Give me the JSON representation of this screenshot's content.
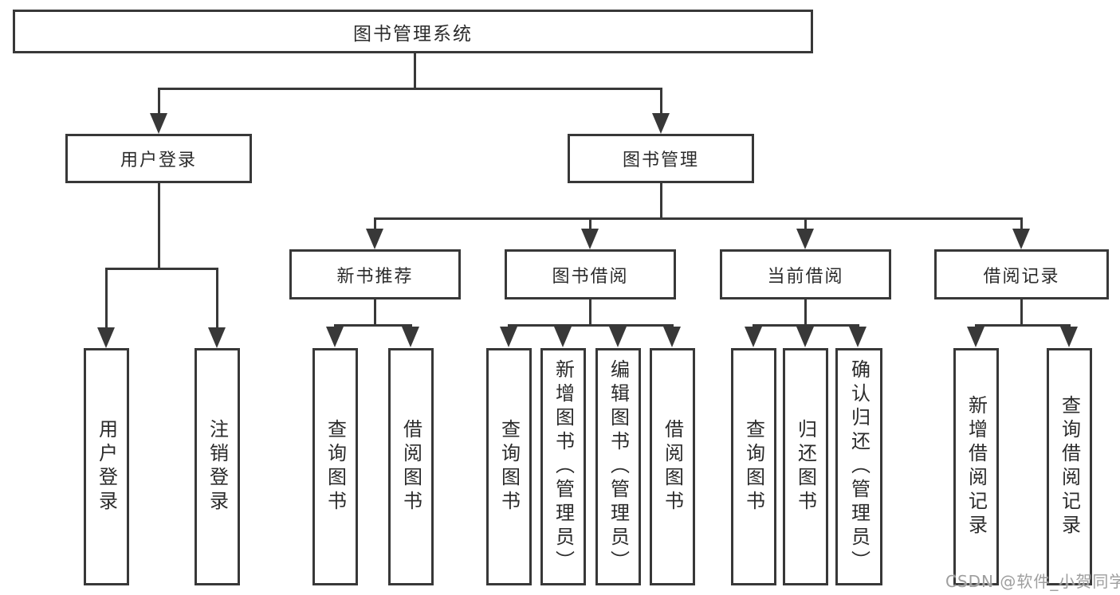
{
  "diagram": {
    "root": {
      "label": "图书管理系统"
    },
    "user_login": {
      "label": "用户登录",
      "children": [
        "用户登录",
        "注销登录"
      ]
    },
    "book_management": {
      "label": "图书管理",
      "sections": {
        "new_book": {
          "label": "新书推荐",
          "children": [
            "查询图书",
            "借阅图书"
          ]
        },
        "borrow": {
          "label": "图书借阅",
          "children": [
            "查询图书",
            "新增图书（管理员）",
            "编辑图书（管理员）",
            "借阅图书"
          ]
        },
        "current": {
          "label": "当前借阅",
          "children": [
            "查询图书",
            "归还图书",
            "确认归还（管理员）"
          ]
        },
        "records": {
          "label": "借阅记录",
          "children": [
            "新增借阅记录",
            "查询借阅记录"
          ]
        }
      }
    }
  },
  "watermark": {
    "text": "CSDN @软件_小贺同学",
    "color": "#9e9e9e"
  },
  "colors": {
    "line": "#383838",
    "text": "#2b2b2b",
    "background": "#ffffff"
  }
}
